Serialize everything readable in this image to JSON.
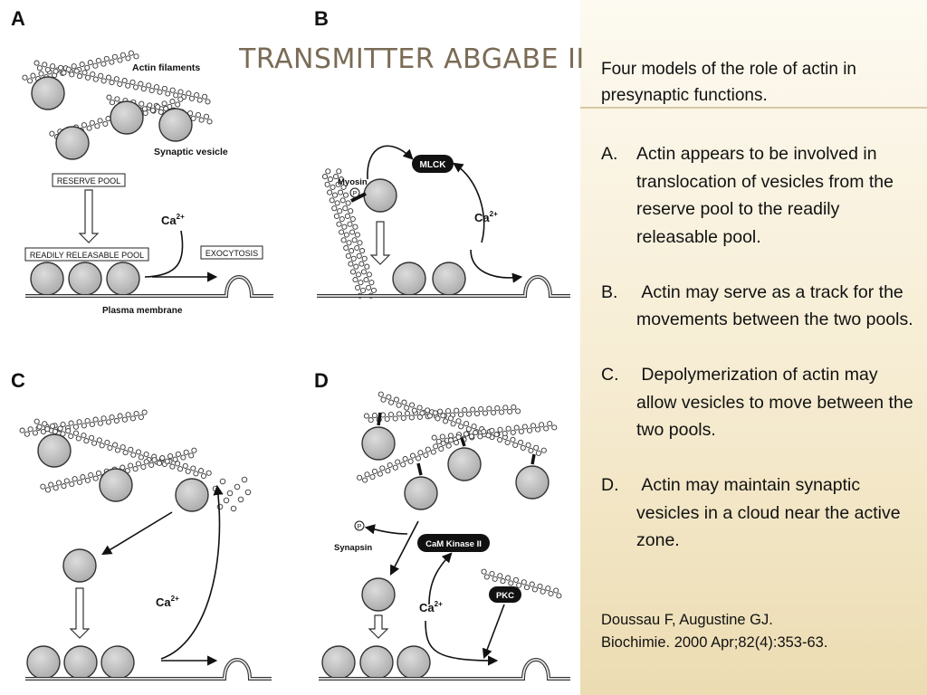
{
  "slide": {
    "title": "TRANSMITTER ABGABE II.",
    "accent_color": "#7a6b55",
    "sidebar_color": "#f6ecd2"
  },
  "figure": {
    "panels": {
      "A": {
        "letter": "A",
        "labels": {
          "actin_filaments": "Actin filaments",
          "synaptic_vesicle": "Synaptic vesicle",
          "reserve_pool": "RESERVE POOL",
          "readily_releasable_pool": "READILY RELEASABLE POOL",
          "calcium": "Ca",
          "exocytosis": "EXOCYTOSIS",
          "plasma_membrane": "Plasma membrane"
        }
      },
      "B": {
        "letter": "B",
        "labels": {
          "mlck": "MLCK",
          "myosin": "Myosin",
          "phospho": "P",
          "calcium": "Ca"
        }
      },
      "C": {
        "letter": "C",
        "labels": {
          "calcium": "Ca"
        }
      },
      "D": {
        "letter": "D",
        "labels": {
          "synapsin": "Synapsin",
          "phospho": "P",
          "cam_kinase": "CaM Kinase II",
          "pkc": "PKC",
          "calcium": "Ca"
        }
      }
    },
    "calcium_superscript": "2+"
  },
  "sidebar": {
    "heading": "Four models of the role of actin in presynaptic functions.",
    "items": [
      {
        "letter": "A.",
        "text": "Actin appears to be involved in translocation of vesicles from the reserve pool to the readily releasable pool."
      },
      {
        "letter": "B.",
        "text": " Actin may serve as a track for the movements between the two pools."
      },
      {
        "letter": "C.",
        "text": " Depolymerization of actin may allow vesicles to move between the two pools."
      },
      {
        "letter": "D.",
        "text": " Actin may maintain synaptic vesicles in a cloud near the active zone."
      }
    ],
    "reference_line1": "Doussau F, Augustine GJ.",
    "reference_line2": "Biochimie. 2000 Apr;82(4):353-63."
  }
}
